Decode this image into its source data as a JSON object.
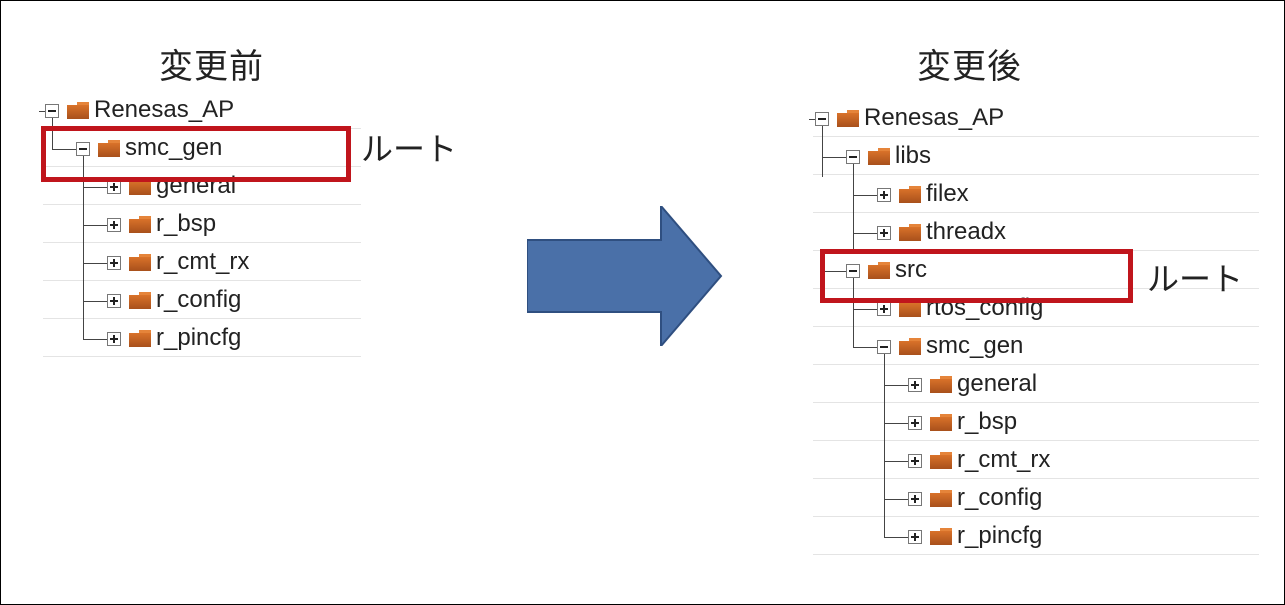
{
  "before": {
    "heading": "変更前",
    "annotation": "ルート",
    "tree": [
      {
        "label": "Renesas_AP",
        "depth": 0,
        "expanded": true,
        "parentLines": [],
        "last": false
      },
      {
        "label": "smc_gen",
        "depth": 1,
        "expanded": true,
        "parentLines": [],
        "last": true
      },
      {
        "label": "general",
        "depth": 2,
        "expanded": false,
        "parentLines": [],
        "last": false
      },
      {
        "label": "r_bsp",
        "depth": 2,
        "expanded": false,
        "parentLines": [],
        "last": false
      },
      {
        "label": "r_cmt_rx",
        "depth": 2,
        "expanded": false,
        "parentLines": [],
        "last": false
      },
      {
        "label": "r_config",
        "depth": 2,
        "expanded": false,
        "parentLines": [],
        "last": false
      },
      {
        "label": "r_pincfg",
        "depth": 2,
        "expanded": false,
        "parentLines": [],
        "last": true
      }
    ]
  },
  "after": {
    "heading": "変更後",
    "annotation": "ルート",
    "tree": [
      {
        "label": "Renesas_AP",
        "depth": 0,
        "expanded": true,
        "parentLines": [],
        "last": false
      },
      {
        "label": "libs",
        "depth": 1,
        "expanded": true,
        "parentLines": [],
        "last": false
      },
      {
        "label": "filex",
        "depth": 2,
        "expanded": false,
        "parentLines": [
          1
        ],
        "last": false
      },
      {
        "label": "threadx",
        "depth": 2,
        "expanded": false,
        "parentLines": [
          1
        ],
        "last": true
      },
      {
        "label": "src",
        "depth": 1,
        "expanded": true,
        "parentLines": [],
        "last": true
      },
      {
        "label": "rtos_config",
        "depth": 2,
        "expanded": false,
        "parentLines": [],
        "last": false
      },
      {
        "label": "smc_gen",
        "depth": 2,
        "expanded": true,
        "parentLines": [],
        "last": true
      },
      {
        "label": "general",
        "depth": 3,
        "expanded": false,
        "parentLines": [],
        "last": false
      },
      {
        "label": "r_bsp",
        "depth": 3,
        "expanded": false,
        "parentLines": [],
        "last": false
      },
      {
        "label": "r_cmt_rx",
        "depth": 3,
        "expanded": false,
        "parentLines": [],
        "last": false
      },
      {
        "label": "r_config",
        "depth": 3,
        "expanded": false,
        "parentLines": [],
        "last": false
      },
      {
        "label": "r_pincfg",
        "depth": 3,
        "expanded": false,
        "parentLines": [],
        "last": true
      }
    ]
  },
  "colors": {
    "highlight": "#c0151c",
    "arrow": "#4a70a8",
    "arrowBorder": "#2f4f80",
    "folder": "#d9722a"
  },
  "icons": {
    "expanded": "minus-box-icon",
    "collapsed": "plus-box-icon",
    "node": "folder-icon",
    "transition": "right-arrow-icon"
  }
}
